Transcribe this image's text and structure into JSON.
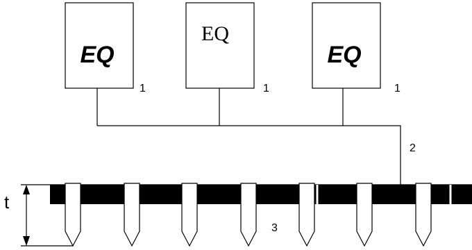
{
  "equipment": [
    {
      "label": "EQ",
      "style": "bold-italic-sans",
      "number": "1"
    },
    {
      "label": "EQ",
      "style": "serif",
      "number": "1"
    },
    {
      "label": "EQ",
      "style": "bold-italic-sans",
      "number": "1"
    }
  ],
  "cable_number": "2",
  "base_number": "3",
  "thickness_label": "t",
  "colors": {
    "line": "#000000",
    "bar": "#000000",
    "background": "#ffffff"
  }
}
